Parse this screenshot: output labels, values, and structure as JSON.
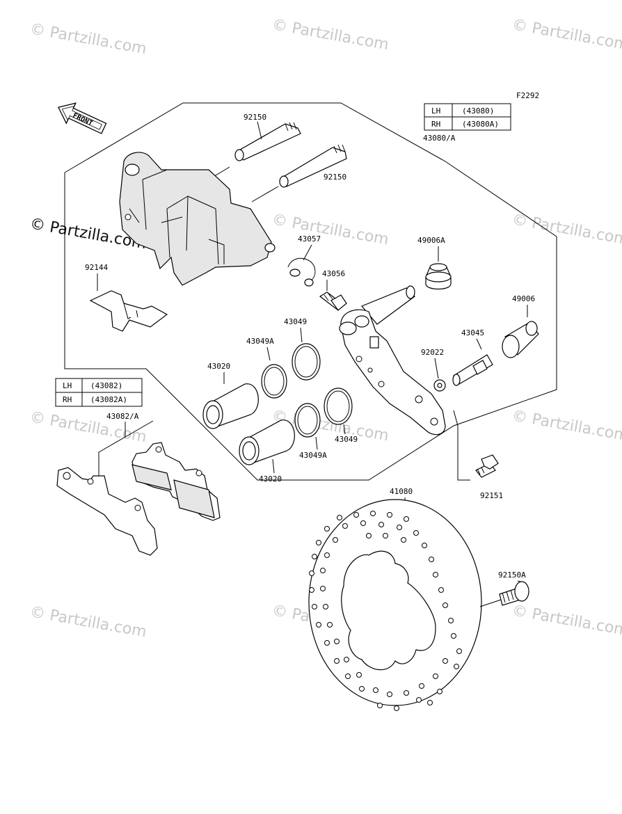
{
  "figure_code": "F2292",
  "front_label": "FRONT",
  "watermark": "© Partzilla.com",
  "tables": {
    "caliper": {
      "rows": [
        {
          "side": "LH",
          "part": "(43080)"
        },
        {
          "side": "RH",
          "part": "(43080A)"
        }
      ],
      "ref": "43080/A"
    },
    "pads": {
      "rows": [
        {
          "side": "LH",
          "part": "(43082)"
        },
        {
          "side": "RH",
          "part": "(43082A)"
        }
      ],
      "ref": "43082/A"
    }
  },
  "part_labels": {
    "pin_top": "92150",
    "pin_lower": "92150",
    "spring": "92144",
    "clip": "43057",
    "bleeder": "43056",
    "bushing_a": "49006A",
    "bushing": "49006",
    "seal_top": "43049",
    "seal_a_top": "43049A",
    "piston_top": "43020",
    "seal_bottom": "43049",
    "seal_a_bottom": "43049A",
    "piston_bottom": "43020",
    "slide_pin": "43045",
    "washer": "92022",
    "bolt": "92151",
    "disc": "41080",
    "disc_bolt": "92150A"
  }
}
